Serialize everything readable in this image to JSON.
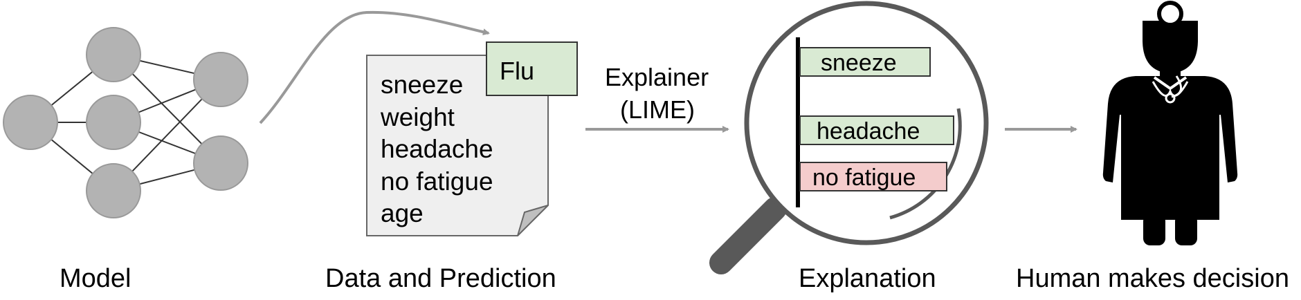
{
  "stages": {
    "model": "Model",
    "data_prediction": "Data and Prediction",
    "explanation": "Explanation",
    "human": "Human makes decision"
  },
  "document": {
    "prediction": "Flu",
    "features": [
      "sneeze",
      "weight",
      "headache",
      "no fatigue",
      "age"
    ]
  },
  "explainer": {
    "line1": "Explainer",
    "line2": "(LIME)"
  },
  "explanation_bars": [
    {
      "label": "sneeze",
      "fill": "#d9ead3",
      "effect": "supports"
    },
    {
      "label": "headache",
      "fill": "#d9ead3",
      "effect": "supports"
    },
    {
      "label": "no fatigue",
      "fill": "#f4cccc",
      "effect": "contradicts"
    }
  ],
  "colors": {
    "node": "#b3b3b3",
    "node_stroke": "#999999",
    "arrow": "#999999",
    "document": "#efefef",
    "lens": "#595959",
    "supports": "#d9ead3",
    "contradicts": "#f4cccc"
  },
  "icons": [
    "neural-network-icon",
    "document-icon",
    "magnifier-icon",
    "doctor-icon"
  ]
}
